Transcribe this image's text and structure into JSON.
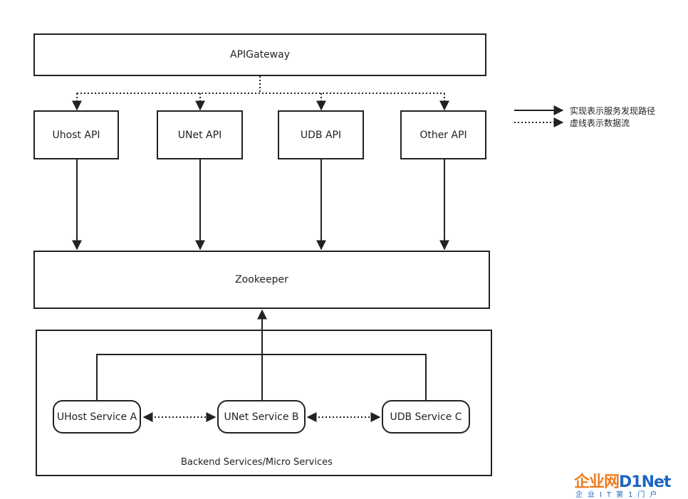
{
  "gateway": {
    "label": "APIGateway"
  },
  "apis": [
    {
      "label": "Uhost API"
    },
    {
      "label": "UNet API"
    },
    {
      "label": "UDB API"
    },
    {
      "label": "Other API"
    }
  ],
  "registry": {
    "label": "Zookeeper"
  },
  "backend": {
    "caption": "Backend Services/Micro Services",
    "services": [
      {
        "label": "UHost Service A"
      },
      {
        "label": "UNet Service B"
      },
      {
        "label": "UDB Service C"
      }
    ]
  },
  "legend": {
    "solid": "实现表示服务发现路径",
    "dotted": "虚线表示数据流"
  },
  "watermark": {
    "main_cn": "企业网",
    "main_en": "D1Net",
    "sub": "企业IT第1门户"
  }
}
